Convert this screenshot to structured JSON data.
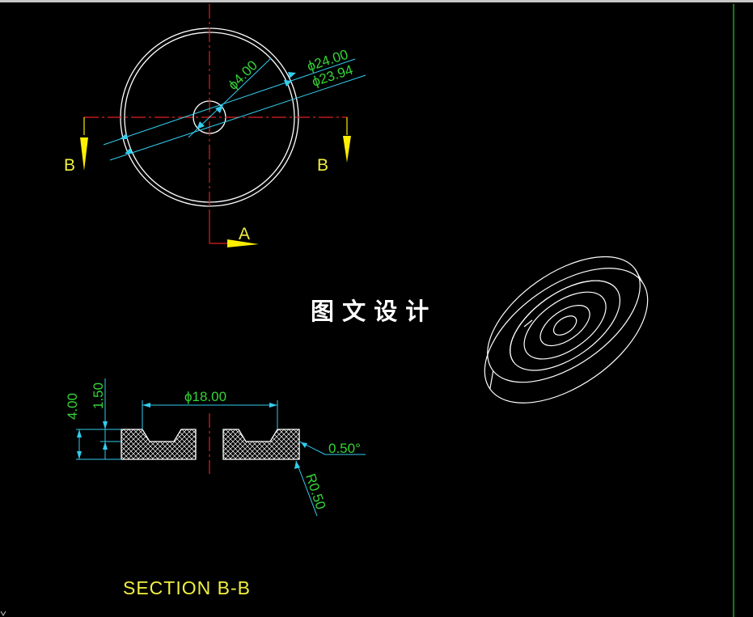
{
  "colors": {
    "background": "#000000",
    "outline": "#ffffff",
    "centerline": "#e02020",
    "dimension_line": "#33ccee",
    "dimension_text": "#35d435",
    "arrow": "#ffee00",
    "label": "#f0f040",
    "border": "#22cc22"
  },
  "top_view": {
    "dimensions": {
      "d_hole": "ϕ4.00",
      "d_outer": "ϕ24.00",
      "d_outer2": "ϕ23.94"
    },
    "section_markers": {
      "left": "B",
      "right": "B"
    },
    "view_marker": "A"
  },
  "watermark": "图 文 设 计",
  "section_view": {
    "dimensions": {
      "height_total": "4.00",
      "height_step": "1.50",
      "diameter": "ϕ18.00",
      "chamfer": "0.50°",
      "radius": "R0.50"
    },
    "caption": "SECTION  B-B"
  }
}
